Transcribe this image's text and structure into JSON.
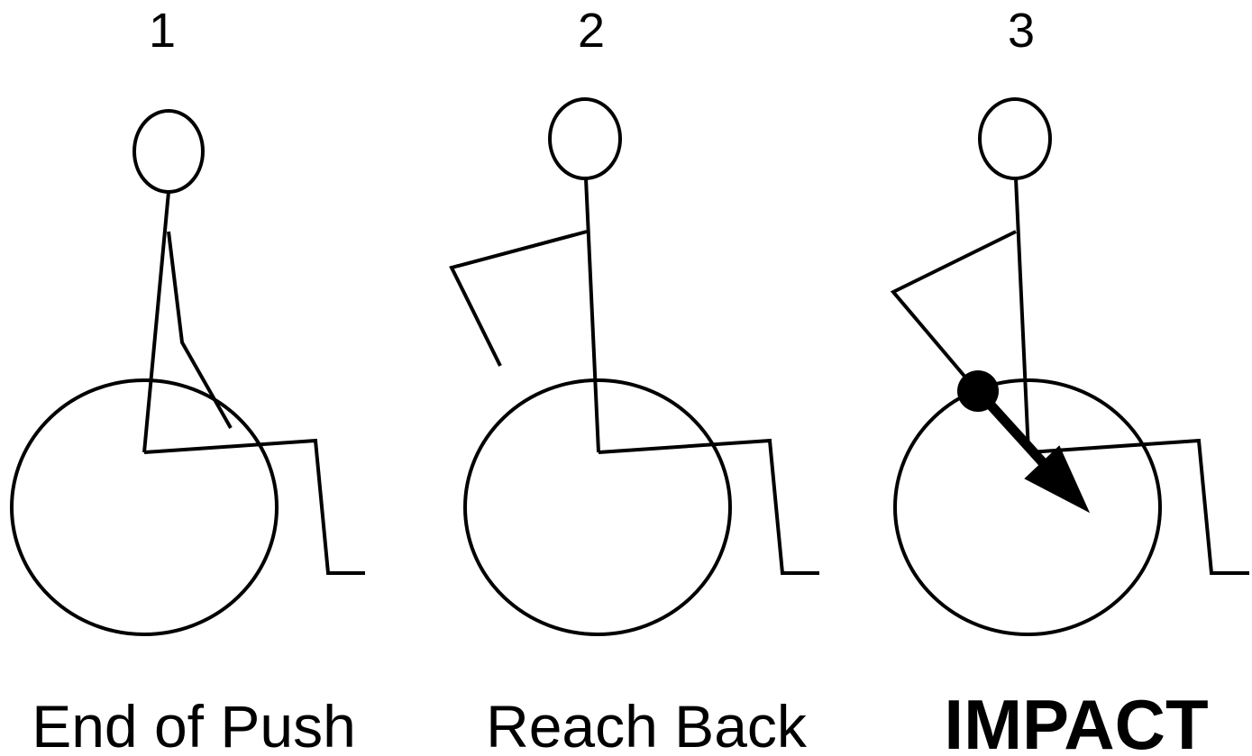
{
  "panels": [
    {
      "number": "1",
      "caption": "End of Push"
    },
    {
      "number": "2",
      "caption": "Reach Back"
    },
    {
      "number": "3",
      "caption": "IMPACT"
    }
  ],
  "colors": {
    "stroke": "#000000",
    "background": "#ffffff"
  }
}
